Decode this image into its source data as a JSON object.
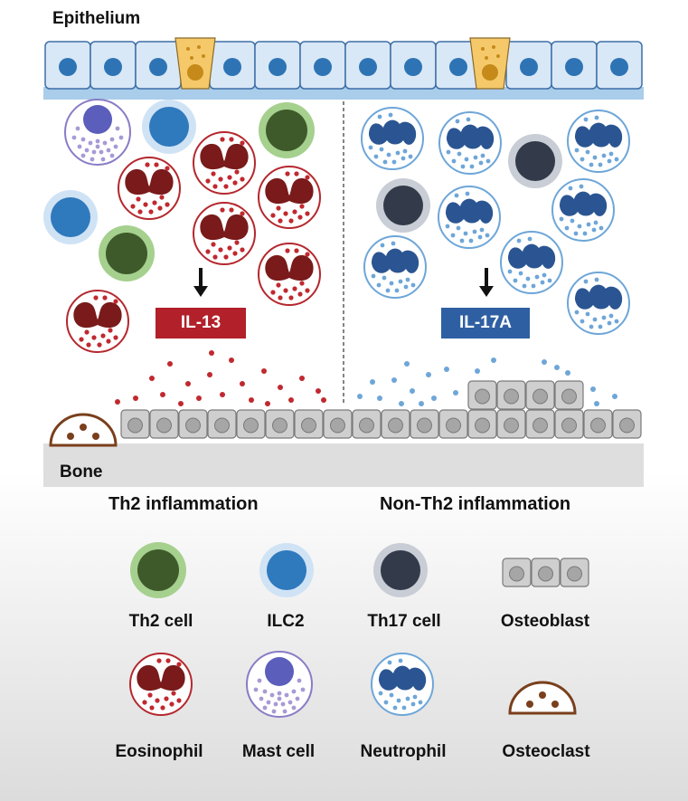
{
  "labels": {
    "epithelium": "Epithelium",
    "bone": "Bone",
    "th2_inflammation": "Th2 inflammation",
    "nonth2_inflammation": "Non-Th2 inflammation",
    "il13": "IL-13",
    "il17a": "IL-17A"
  },
  "legend": {
    "th2_cell": "Th2 cell",
    "ilc2": "ILC2",
    "th17_cell": "Th17 cell",
    "osteoblast": "Osteoblast",
    "eosinophil": "Eosinophil",
    "mast_cell": "Mast cell",
    "neutrophil": "Neutrophil",
    "osteoclast": "Osteoclast"
  },
  "colors": {
    "epithelium_fill": "#d9e8f6",
    "epithelium_nucleus": "#2e74b5",
    "goblet_fill": "#f5c96a",
    "goblet_nucleus": "#c58a1a",
    "basement": "#a9cdea",
    "il13_box": "#b22029",
    "il17a_box": "#2f5fa3",
    "eosinophil": "#7a1a1a",
    "eosinophil_dot": "#c0292f",
    "neutrophil": "#2b5592",
    "neutrophil_dot": "#6ea6d8",
    "mast_nucleus": "#5b5ebb",
    "mast_dot": "#a79ad6",
    "th2_core": "#3e5a2a",
    "th2_halo": "#a5d08e",
    "ilc2_core": "#2f79bd",
    "ilc2_halo": "#cfe3f5",
    "th17_core": "#333b4a",
    "th17_halo": "#c9cdd6",
    "osteoblast": "#cfcfcf",
    "osteoclast_rim": "#7a3f1c"
  }
}
